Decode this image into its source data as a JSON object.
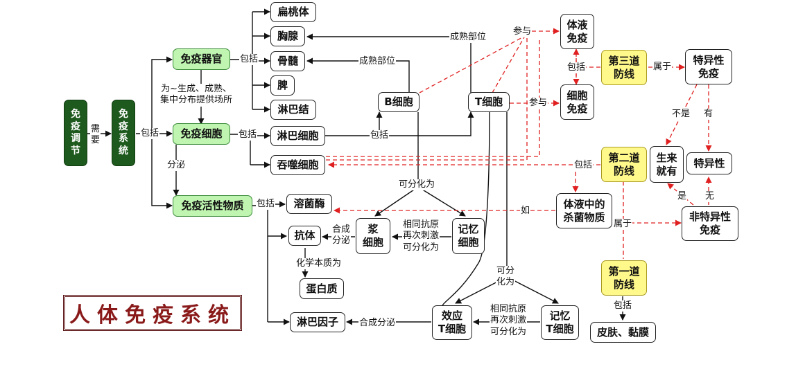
{
  "title": "人体免疫系统",
  "nodes": {
    "immune_regulation": "免\n疫\n调\n节",
    "immune_system": "免\n疫\n系\n统",
    "immune_organs": "免疫器官",
    "immune_cells": "免疫细胞",
    "active_substances": "免疫活性物质",
    "tonsil": "扁桃体",
    "thymus": "胸腺",
    "bone_marrow": "骨髓",
    "spleen": "脾",
    "lymph_node": "淋巴结",
    "lymphocyte": "淋巴细胞",
    "phagocyte": "吞噬细胞",
    "b_cell": "B细胞",
    "t_cell": "T细胞",
    "lysozyme": "溶菌酶",
    "antibody": "抗体",
    "plasma_cell": "浆\n细胞",
    "memory_cell_b": "记忆\n细胞",
    "protein": "蛋白质",
    "lymphokine": "淋巴因子",
    "effector_t": "效应\nT细胞",
    "memory_t": "记忆\nT细胞",
    "humoral": "体液\n免疫",
    "cellular": "细胞\n免疫",
    "third_line": "第三道\n防线",
    "specific_immunity": "特异性\n免疫",
    "second_line": "第二道\n防线",
    "innate": "生来\n就有",
    "specificity": "特异性",
    "bactericidal": "体液中的\n杀菌物质",
    "nonspecific": "非特异性\n免疫",
    "first_line": "第一道\n防线",
    "skin_mucosa": "皮肤、黏膜"
  },
  "labels": {
    "need": "需\n要",
    "include_system": "包括",
    "include_organs": "包括",
    "include_cells": "包括",
    "include_substances": "包括",
    "include_lymph": "包括",
    "site_for": "为~生成、成熟、\n集中分布提供场所",
    "secrete": "分泌",
    "mature_site_t": "成熟部位",
    "mature_site_b": "成熟部位",
    "participate_humoral": "参与",
    "participate_cellular": "参与",
    "include_third": "包括",
    "belong_third": "属于",
    "not_is": "不是",
    "has": "有",
    "include_second": "包括",
    "is": "是",
    "without": "无",
    "like": "如",
    "belong_second": "属于",
    "include_first": "包括",
    "can_differentiate_b": "可分化为",
    "same_antigen_b": "相同抗原\n再次刺激\n可分化为",
    "synthesize_secrete_ab": "合成\n分泌",
    "chemical_nature": "化学本质为",
    "can_differentiate_t": "可分\n化为",
    "same_antigen_t": "相同抗原\n再次刺激\n可分化为",
    "synthesize_secrete_lk": "合成分泌"
  }
}
